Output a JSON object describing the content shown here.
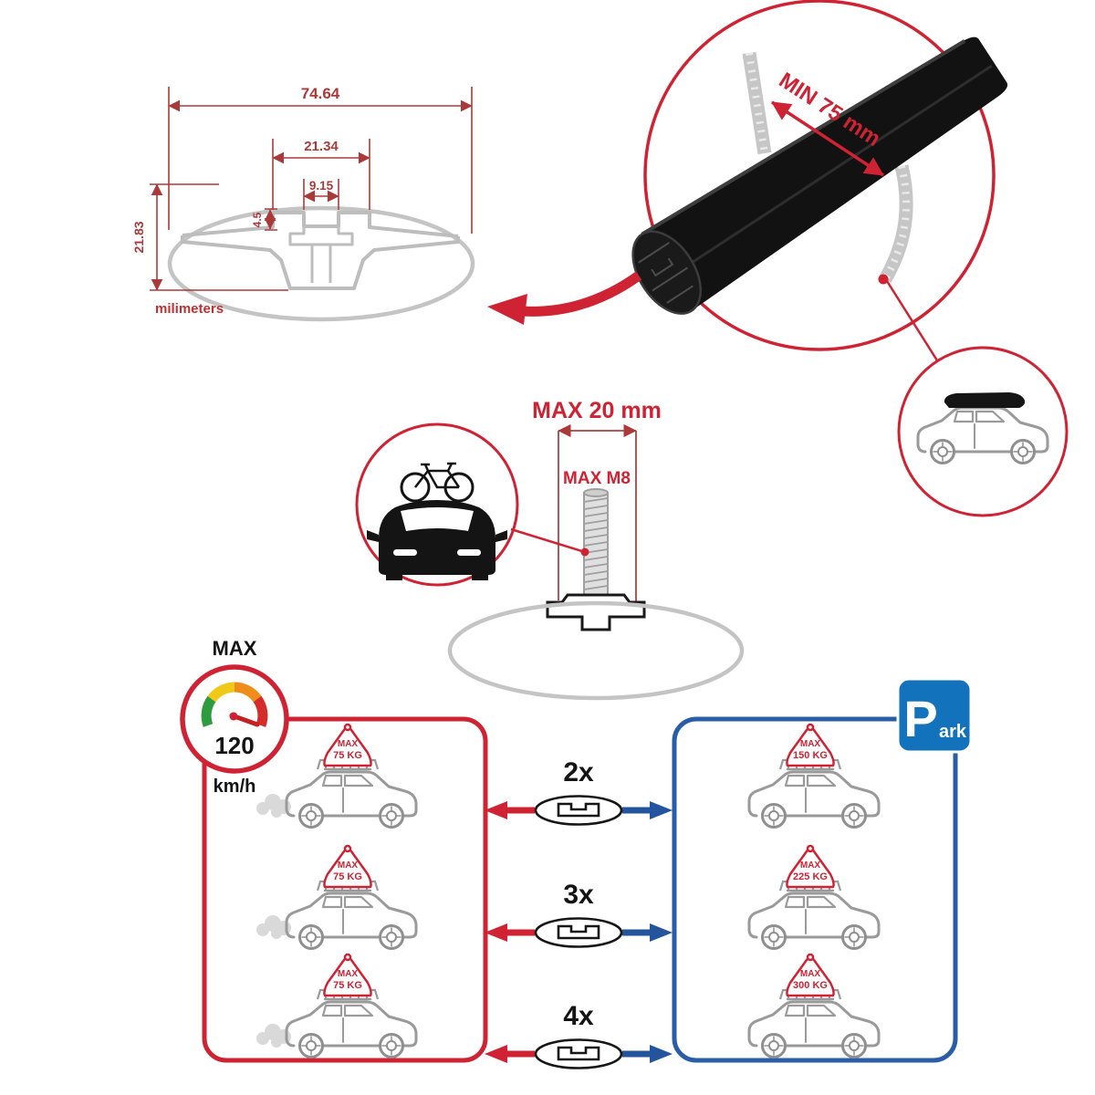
{
  "meta": {
    "description": "Roof rack cross bar fitment and load specification infographic"
  },
  "colors": {
    "accent_red": "#cf2233",
    "dimension_red": "#aa3a3a",
    "panel_blue": "#2a5da8",
    "park_blue": "#1272bc",
    "drawing_gray": "#bfbfbf",
    "bar_black": "#141414",
    "gauge_green": "#2e9b3e",
    "gauge_yellow": "#f0c818",
    "gauge_orange": "#ef8c1a",
    "gauge_red": "#d42b2b"
  },
  "profile_dimensions": {
    "total_width": "74.64",
    "channel_outer_width": "21.34",
    "channel_opening_width": "9.15",
    "lip_depth": "4.5",
    "profile_height": "21.83",
    "units_label": "milimeters"
  },
  "closeup": {
    "clamp_min_label": "MIN 75 mm"
  },
  "bolt_spec": {
    "max_length_label": "MAX 20 mm",
    "max_thread_label": "MAX M8"
  },
  "speed_gauge": {
    "max_label": "MAX",
    "speed_value": "120",
    "speed_unit": "km/h"
  },
  "park_sign": {
    "initial": "P",
    "suffix": "ark"
  },
  "load_table": {
    "rows": [
      {
        "bars": "2x",
        "driving": {
          "label": "MAX",
          "value": "75 KG"
        },
        "parked": {
          "label": "MAX",
          "value": "150 KG"
        }
      },
      {
        "bars": "3x",
        "driving": {
          "label": "MAX",
          "value": "75 KG"
        },
        "parked": {
          "label": "MAX",
          "value": "225 KG"
        }
      },
      {
        "bars": "4x",
        "driving": {
          "label": "MAX",
          "value": "75 KG"
        },
        "parked": {
          "label": "MAX",
          "value": "300 KG"
        }
      }
    ]
  }
}
